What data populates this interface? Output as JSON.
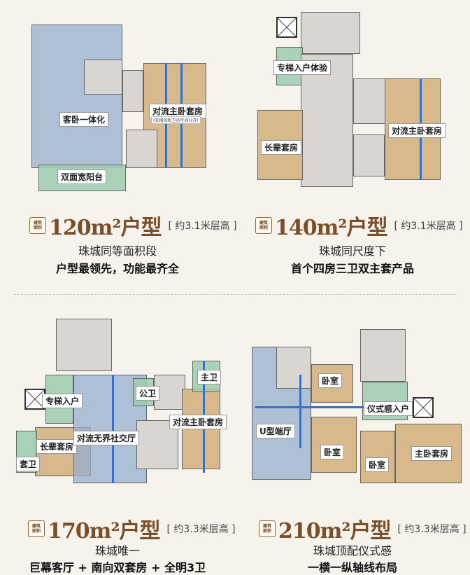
{
  "plans": [
    {
      "labels": [
        "客卧一体化",
        "对流主卧套房",
        "双面宽阳台"
      ],
      "sublabel": "(衣帽间和卫浴空间分开)",
      "badge": [
        "建筑",
        "面积"
      ],
      "size": "120",
      "unit": "m²户型",
      "note": "[ 约3.1米层高 ]",
      "line1": "珠城同等面积段",
      "line2": "户型最领先，功能最齐全"
    },
    {
      "labels": [
        "专梯入户体验",
        "长辈套房",
        "对流主卧套房"
      ],
      "badge": [
        "建筑",
        "面积"
      ],
      "size": "140",
      "unit": "m²户型",
      "note": "[ 约3.1米层高 ]",
      "line1": "珠城同尺度下",
      "line2": "首个四房三卫双主套产品"
    },
    {
      "labels": [
        "专梯入户",
        "长辈套房",
        "套卫",
        "对流无界社交厅",
        "公卫",
        "主卫",
        "对流主卧套房"
      ],
      "badge": [
        "建筑",
        "面积"
      ],
      "size": "170",
      "unit": "m²户型",
      "note": "[ 约3.3米层高 ]",
      "line1": "珠城唯一",
      "line2": "巨幕客厅 + 南向双套房 + 全明3卫"
    },
    {
      "labels": [
        "卧室",
        "U型端厅",
        "仪式感入户",
        "卧室",
        "卧室",
        "主卧套房"
      ],
      "badge": [
        "建筑",
        "面积"
      ],
      "size": "210",
      "unit": "m²户型",
      "note": "[ 约3.3米层高 ]",
      "line1": "珠城顶配仪式感",
      "line2": "一横一纵轴线布局"
    }
  ]
}
